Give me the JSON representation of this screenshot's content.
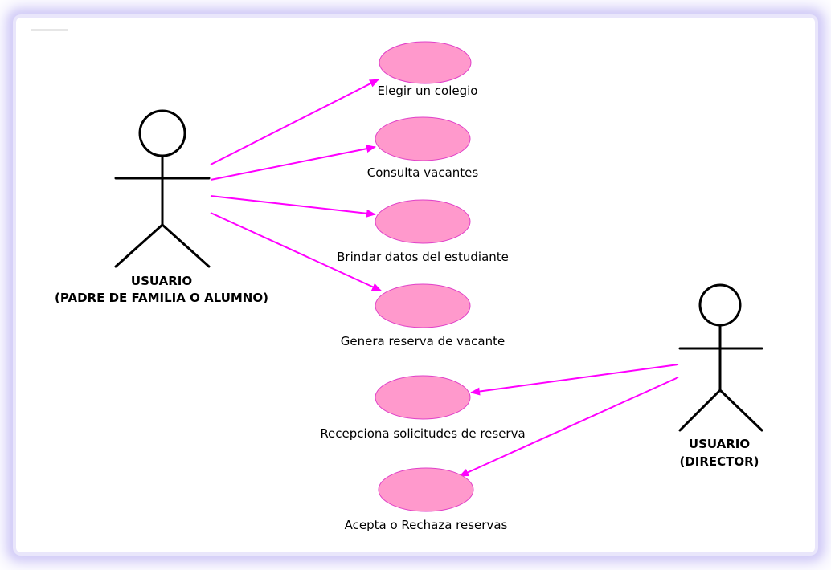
{
  "colors": {
    "use_case_fill": "#ff99cc",
    "use_case_stroke": "#e040c8",
    "association": "#ff00ff",
    "actor_stroke": "#000000",
    "frame_glow": "#d3cdf7"
  },
  "actors": [
    {
      "id": "usuario-padre",
      "label_line1": "USUARIO",
      "label_line2": "(PADRE DE FAMILIA O ALUMNO)"
    },
    {
      "id": "usuario-director",
      "label_line1": "USUARIO",
      "label_line2": "(DIRECTOR)"
    }
  ],
  "use_cases": [
    {
      "id": "elegir",
      "label": "Elegir un colegio"
    },
    {
      "id": "consulta",
      "label": "Consulta vacantes"
    },
    {
      "id": "brindar",
      "label": "Brindar datos del estudiante"
    },
    {
      "id": "genera",
      "label": "Genera reserva de vacante"
    },
    {
      "id": "recepciona",
      "label": "Recepciona solicitudes de reserva"
    },
    {
      "id": "acepta",
      "label": "Acepta o Rechaza reservas"
    }
  ],
  "associations": [
    {
      "from": "usuario-padre",
      "to": "elegir"
    },
    {
      "from": "usuario-padre",
      "to": "consulta"
    },
    {
      "from": "usuario-padre",
      "to": "brindar"
    },
    {
      "from": "usuario-padre",
      "to": "genera"
    },
    {
      "from": "usuario-director",
      "to": "recepciona"
    },
    {
      "from": "usuario-director",
      "to": "acepta"
    }
  ]
}
